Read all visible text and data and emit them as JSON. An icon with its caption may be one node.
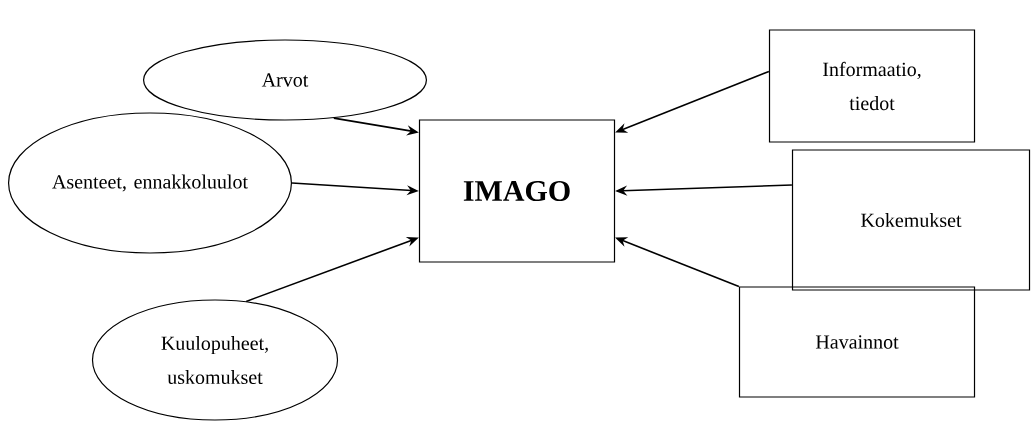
{
  "diagram": {
    "nodes": [
      {
        "text": [
          "Arvot"
        ]
      },
      {
        "text": [
          "Asenteet, ennakkoluulot"
        ]
      },
      {
        "text": [
          "Kuulopuheet, uskomukset"
        ]
      },
      {
        "text": [
          "**IMAGO**"
        ]
      },
      {
        "text": [
          "Informaatio, tiedot"
        ]
      },
      {
        "text": [
          "Kokemukset"
        ]
      },
      {
        "text": [
          "Havainnot"
        ]
      }
    ],
    "edges": [
      {
        "from": 0,
        "to": 3,
        "arrow": "to"
      },
      {
        "from": 1,
        "to": 3,
        "arrow": "to"
      },
      {
        "from": 2,
        "to": 3,
        "arrow": "to"
      },
      {
        "from": 4,
        "to": 3,
        "arrow": "to"
      },
      {
        "from": 5,
        "to": 3,
        "arrow": "to"
      },
      {
        "from": 6,
        "to": 3,
        "arrow": "to"
      }
    ]
  }
}
